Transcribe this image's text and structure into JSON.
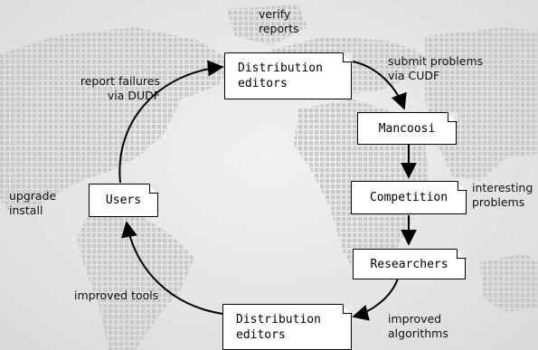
{
  "colors": {
    "line": "#000000",
    "box_fill": "#ffffff",
    "map": "#c9c9c9"
  },
  "nodes": {
    "dist_top": "Distribution\neditors",
    "mancoosi": "Mancoosi",
    "competition": "Competition",
    "researchers": "Researchers",
    "dist_bottom": "Distribution\neditors",
    "users": "Users"
  },
  "labels": {
    "verify": "verify\nreports",
    "submit": "submit problems\nvia CUDF",
    "interesting": "interesting\nproblems",
    "improved_algorithms": "improved\nalgorithms",
    "improved_tools": "improved tools",
    "upgrade": "upgrade\ninstall",
    "report_failures": "report failures\nvia DUDF"
  }
}
